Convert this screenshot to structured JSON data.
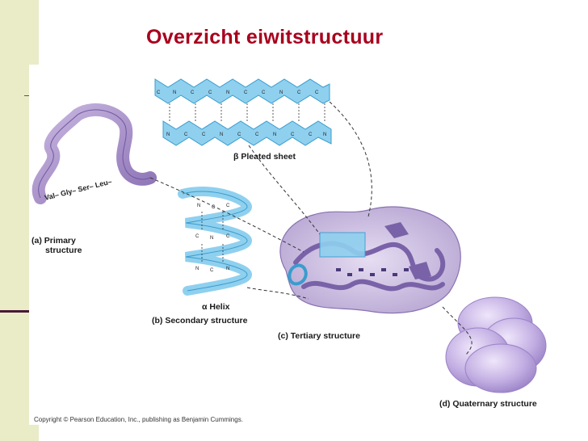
{
  "slide": {
    "title": "Overzicht eiwitstructuur"
  },
  "figure": {
    "peptide_sequence": "Val– Gly– Ser– Leu–",
    "labels": {
      "primary_a": "(a) Primary",
      "primary_b": "structure",
      "pleated_sheet": "β Pleated sheet",
      "helix": "α Helix",
      "secondary": "(b) Secondary structure",
      "tertiary": "(c) Tertiary structure",
      "quaternary": "(d) Quaternary structure"
    },
    "copyright": "Copyright © Pearson Education, Inc., publishing as Benjamin Cummings."
  }
}
